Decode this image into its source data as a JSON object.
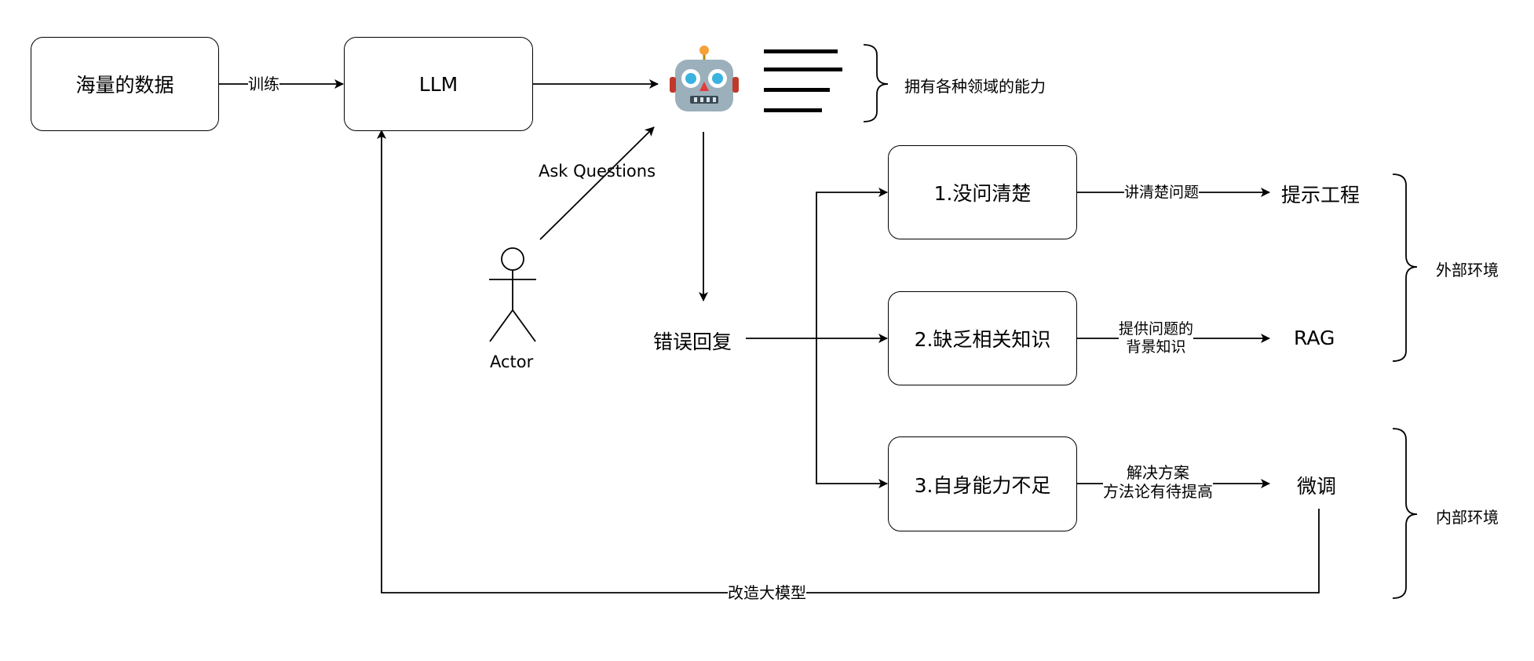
{
  "nodes": {
    "data_box": "海量的数据",
    "llm_box": "LLM",
    "cap_label": "拥有各种领域的能力",
    "actor_label": "Actor",
    "wrong_reply": "错误回复",
    "reason1": "1.没问清楚",
    "reason2": "2.缺乏相关知识",
    "reason3": "3.自身能力不足",
    "result1": "提示工程",
    "result2": "RAG",
    "result3": "微调",
    "external_env": "外部环境",
    "internal_env": "内部环境"
  },
  "edges": {
    "train": "训练",
    "ask": "Ask Questions",
    "e1": "讲清楚问题",
    "e2_line1": "提供问题的",
    "e2_line2": "背景知识",
    "e3_line1": "解决方案",
    "e3_line2": "方法论有待提高",
    "improve": "改造大模型"
  },
  "icons": {
    "robot": "robot-icon",
    "text_lines": "text-lines-icon",
    "actor": "stick-figure-icon"
  }
}
